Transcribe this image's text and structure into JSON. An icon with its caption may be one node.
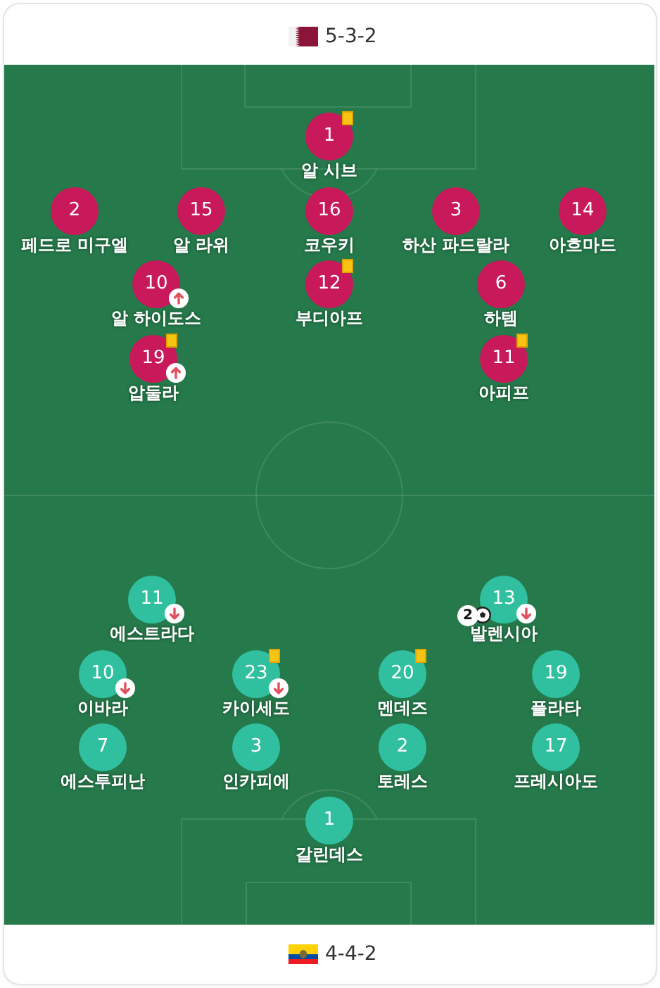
{
  "diagram": {
    "nodes": [
      {
        "text": [
          "1",
          "알 시브"
        ]
      },
      {
        "text": [
          "2",
          "페드로 미구엘"
        ]
      },
      {
        "text": [
          "15",
          "알 라위"
        ]
      },
      {
        "text": [
          "16",
          "코우키"
        ]
      },
      {
        "text": [
          "3",
          "하산 파드랄라"
        ]
      },
      {
        "text": [
          "14",
          "아흐마드"
        ]
      },
      {
        "text": [
          "10",
          "알 하이도스"
        ]
      },
      {
        "text": [
          "12",
          "부디아프"
        ]
      },
      {
        "text": [
          "6",
          "하템"
        ]
      },
      {
        "text": [
          "19",
          "압둘라"
        ]
      },
      {
        "text": [
          "11",
          "아피프"
        ]
      },
      {
        "text": [
          "11",
          "에스트라다"
        ]
      },
      {
        "text": [
          "13",
          "2",
          "발렌시아"
        ]
      },
      {
        "text": [
          "10",
          "이바라"
        ]
      },
      {
        "text": [
          "23",
          "카이세도"
        ]
      },
      {
        "text": [
          "20",
          "멘데즈"
        ]
      },
      {
        "text": [
          "19",
          "플라타"
        ]
      },
      {
        "text": [
          "7",
          "에스투피난"
        ]
      },
      {
        "text": [
          "3",
          "인카피에"
        ]
      },
      {
        "text": [
          "2",
          "토레스"
        ]
      },
      {
        "text": [
          "17",
          "프레시아도"
        ]
      },
      {
        "text": [
          "1",
          "갈린데스"
        ]
      }
    ],
    "labels": [
      "5-3-2",
      "4-4-2"
    ]
  }
}
